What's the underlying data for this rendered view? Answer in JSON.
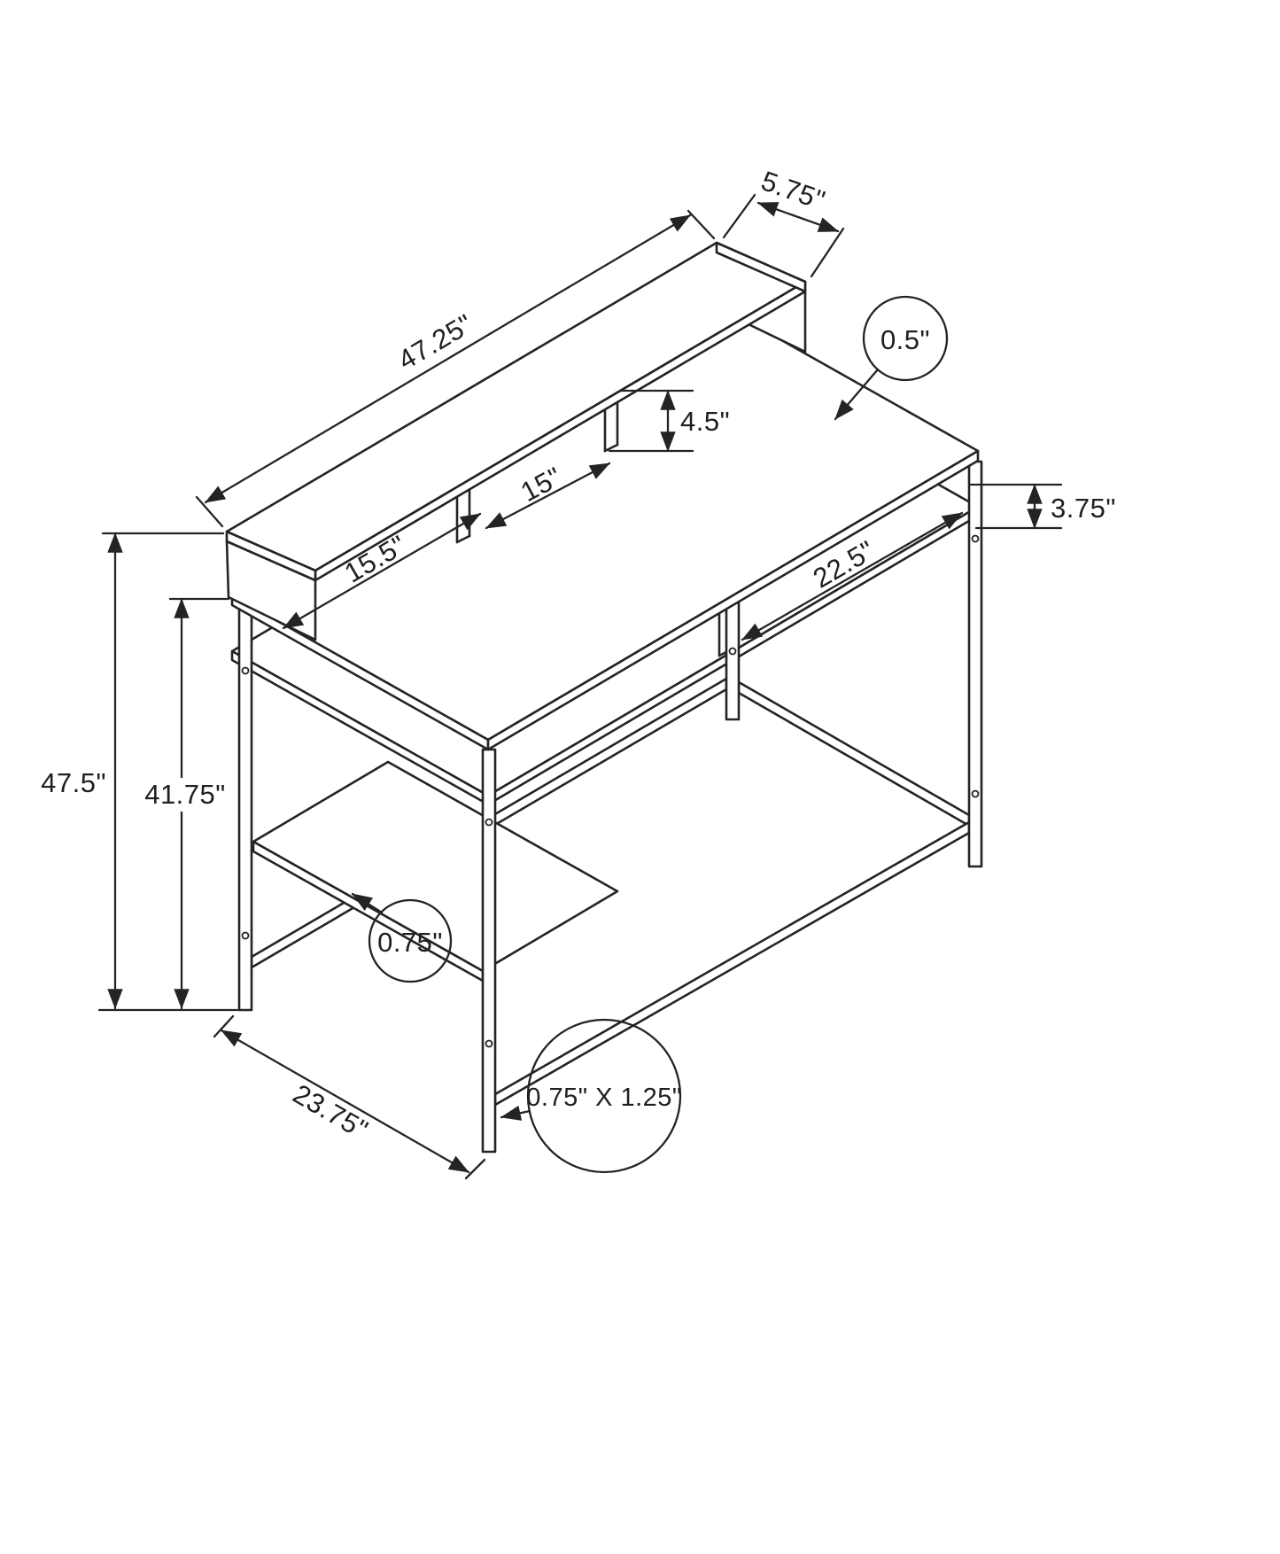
{
  "colors": {
    "line": "#242424",
    "background": "#ffffff"
  },
  "dimensions": {
    "upper_shelf_length": "47.25\"",
    "upper_shelf_depth": "5.75\"",
    "desktop_thickness": "0.5\"",
    "cubby_height": "4.5\"",
    "cubby_width": "15\"",
    "apron_height": "3.75\"",
    "left_section_width": "15.5\"",
    "right_section_width": "22.5\"",
    "overall_height": "47.5\"",
    "desktop_height": "41.75\"",
    "shelf_thickness": "0.75\"",
    "desk_depth": "23.75\"",
    "leg_tube_size": "0.75\" X 1.25\""
  }
}
